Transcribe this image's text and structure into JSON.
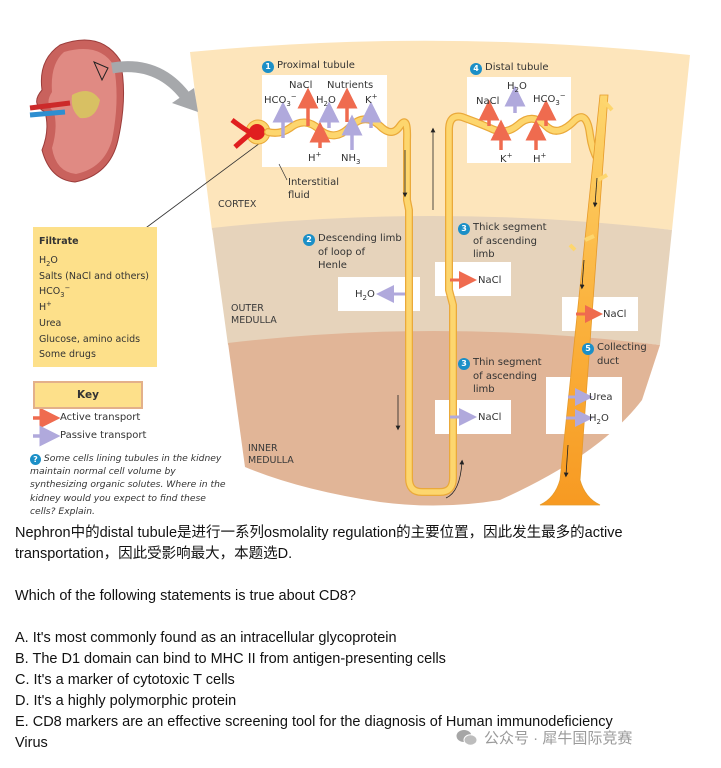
{
  "figure": {
    "callouts": {
      "proximal": {
        "num": "1",
        "label": "Proximal tubule"
      },
      "descending": {
        "num": "2",
        "label_lines": [
          "Descending limb",
          "of loop of",
          "Henle"
        ]
      },
      "thick": {
        "num": "3",
        "label_lines": [
          "Thick segment",
          "of ascending",
          "limb"
        ]
      },
      "thin": {
        "num": "3",
        "label_lines": [
          "Thin segment",
          "of ascending",
          "limb"
        ]
      },
      "distal": {
        "num": "4",
        "label": "Distal tubule"
      },
      "collecting": {
        "num": "5",
        "label_lines": [
          "Collecting",
          "duct"
        ]
      }
    },
    "proximal_out_labels": {
      "nacl": "NaCl",
      "nutrients": "Nutrients",
      "hco3": "HCO",
      "hco3_sub": "3",
      "hco3_sup": "−",
      "h2o": "H",
      "h2o_sub": "2",
      "h2o_end": "O",
      "k": "K",
      "k_sup": "+"
    },
    "proximal_in_labels": {
      "h": "H",
      "h_sup": "+",
      "nh3": "NH",
      "nh3_sub": "3"
    },
    "distal_out_labels": {
      "h2o": "H",
      "h2o_sub": "2",
      "h2o_end": "O",
      "nacl": "NaCl",
      "hco3": "HCO",
      "hco3_sub": "3",
      "hco3_sup": "−"
    },
    "distal_in_labels": {
      "k": "K",
      "k_sup": "+",
      "h": "H",
      "h_sup": "+"
    },
    "interstitial": [
      "Interstitial",
      "fluid"
    ],
    "zones": {
      "cortex": "CORTEX",
      "outer": [
        "OUTER",
        "MEDULLA"
      ],
      "inner": [
        "INNER",
        "MEDULLA"
      ]
    },
    "descending_box": {
      "h": "H",
      "sub": "2",
      "end": "O"
    },
    "thick_box": "NaCl",
    "thin_box": "NaCl",
    "collecting_outer_box": "NaCl",
    "collecting_inner_box": {
      "urea": "Urea",
      "h": "H",
      "sub": "2",
      "end": "O"
    },
    "filtrate": {
      "title": "Filtrate",
      "items": [
        "Salts (NaCl and others)",
        "Urea",
        "Glucose, amino acids",
        "Some drugs"
      ],
      "h2o": {
        "h": "H",
        "sub": "2",
        "end": "O"
      },
      "hco3": {
        "b": "HCO",
        "sub": "3",
        "sup": "−"
      },
      "hplus": {
        "b": "H",
        "sup": "+"
      }
    },
    "key": {
      "title": "Key",
      "active": "Active transport",
      "passive": "Passive transport",
      "active_color": "#ef6b4f",
      "passive_color": "#b0a9dc"
    },
    "question_mark": "?",
    "question": "Some cells lining tubules in the kidney maintain normal cell volume by synthesizing organic solutes. Where in the kidney would you expect to find these cells? Explain.",
    "colors": {
      "cortex": "#fde5bb",
      "outer_medulla": "#e6d3bb",
      "inner_medulla": "#e1b597",
      "tubule": "#fdd66e",
      "duct": "#fbad3a",
      "callout": "#1b8fc7"
    }
  },
  "explanation": {
    "line1": "Nephron中的distal tubule是进行一系列osmolality regulation的主要位置，因此发生最多的active",
    "line2": "transportation，因此受影响最大，本题选D."
  },
  "question": {
    "prompt": "Which of the following statements is true about CD8?",
    "options": [
      "A. It's most commonly found as an intracellular glycoprotein",
      "B. The D1 domain can bind to MHC II from antigen-presenting cells",
      "C. It's a marker of cytotoxic T cells",
      "D. It's a highly polymorphic protein",
      "E. CD8 markers are an effective screening tool for the diagnosis of Human immunodeficiency"
    ],
    "option_e_wrap": "Virus"
  },
  "watermark": {
    "text": "公众号 · 犀牛国际竞赛"
  }
}
